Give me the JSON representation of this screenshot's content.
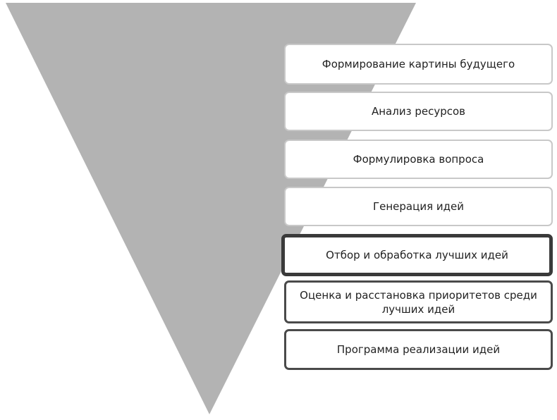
{
  "colors": {
    "funnel": "#b3b3b3",
    "light_border": "#c8c8c8",
    "dark_border": "#4a4a4a",
    "active_border": "#3a3a3a"
  },
  "stages": [
    {
      "label": "Формирование картины будущего",
      "style": "light"
    },
    {
      "label": "Анализ ресурсов",
      "style": "light"
    },
    {
      "label": "Формулировка вопроса",
      "style": "light"
    },
    {
      "label": "Генерация идей",
      "style": "light"
    },
    {
      "label": "Отбор и обработка лучших идей",
      "style": "active"
    },
    {
      "label": "Оценка и расстановка приоритетов среди лучших идей",
      "style": "dark"
    },
    {
      "label": "Программа реализации идей",
      "style": "dark"
    }
  ]
}
